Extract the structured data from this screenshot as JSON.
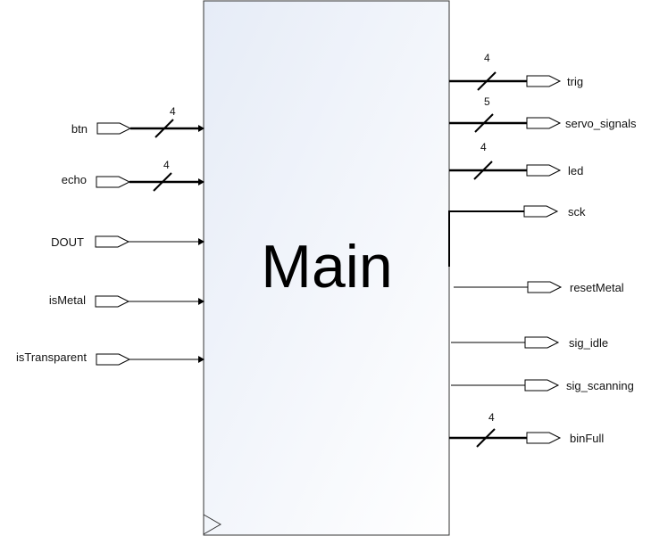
{
  "module": {
    "title": "Main",
    "fill_color_start": "#e6ecf7",
    "fill_color_end": "#ffffff",
    "border_color": "#333333"
  },
  "inputs": [
    {
      "name": "btn",
      "width": "4",
      "bus": true
    },
    {
      "name": "echo",
      "width": "4",
      "bus": true
    },
    {
      "name": "DOUT",
      "width": "",
      "bus": false
    },
    {
      "name": "isMetal",
      "width": "",
      "bus": false
    },
    {
      "name": "isTransparent",
      "width": "",
      "bus": false
    }
  ],
  "outputs": [
    {
      "name": "trig",
      "width": "4",
      "bus": true
    },
    {
      "name": "servo_signals",
      "width": "5",
      "bus": true
    },
    {
      "name": "led",
      "width": "4",
      "bus": true
    },
    {
      "name": "sck",
      "width": "",
      "bus": false
    },
    {
      "name": "resetMetal",
      "width": "",
      "bus": false
    },
    {
      "name": "sig_idle",
      "width": "",
      "bus": false
    },
    {
      "name": "sig_scanning",
      "width": "",
      "bus": false
    },
    {
      "name": "binFull",
      "width": "4",
      "bus": true
    }
  ]
}
